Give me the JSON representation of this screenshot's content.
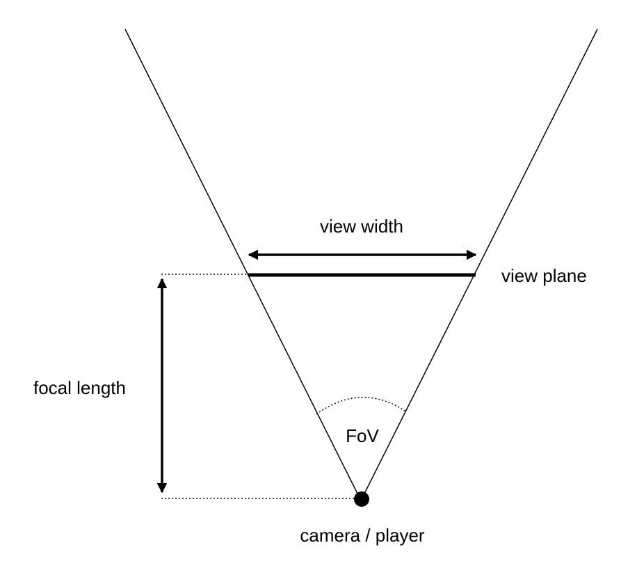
{
  "labels": {
    "view_width": "view width",
    "view_plane": "view plane",
    "focal_length": "focal length",
    "fov": "FoV",
    "camera": "camera / player"
  },
  "colors": {
    "stroke": "#000000",
    "background": "#ffffff"
  }
}
